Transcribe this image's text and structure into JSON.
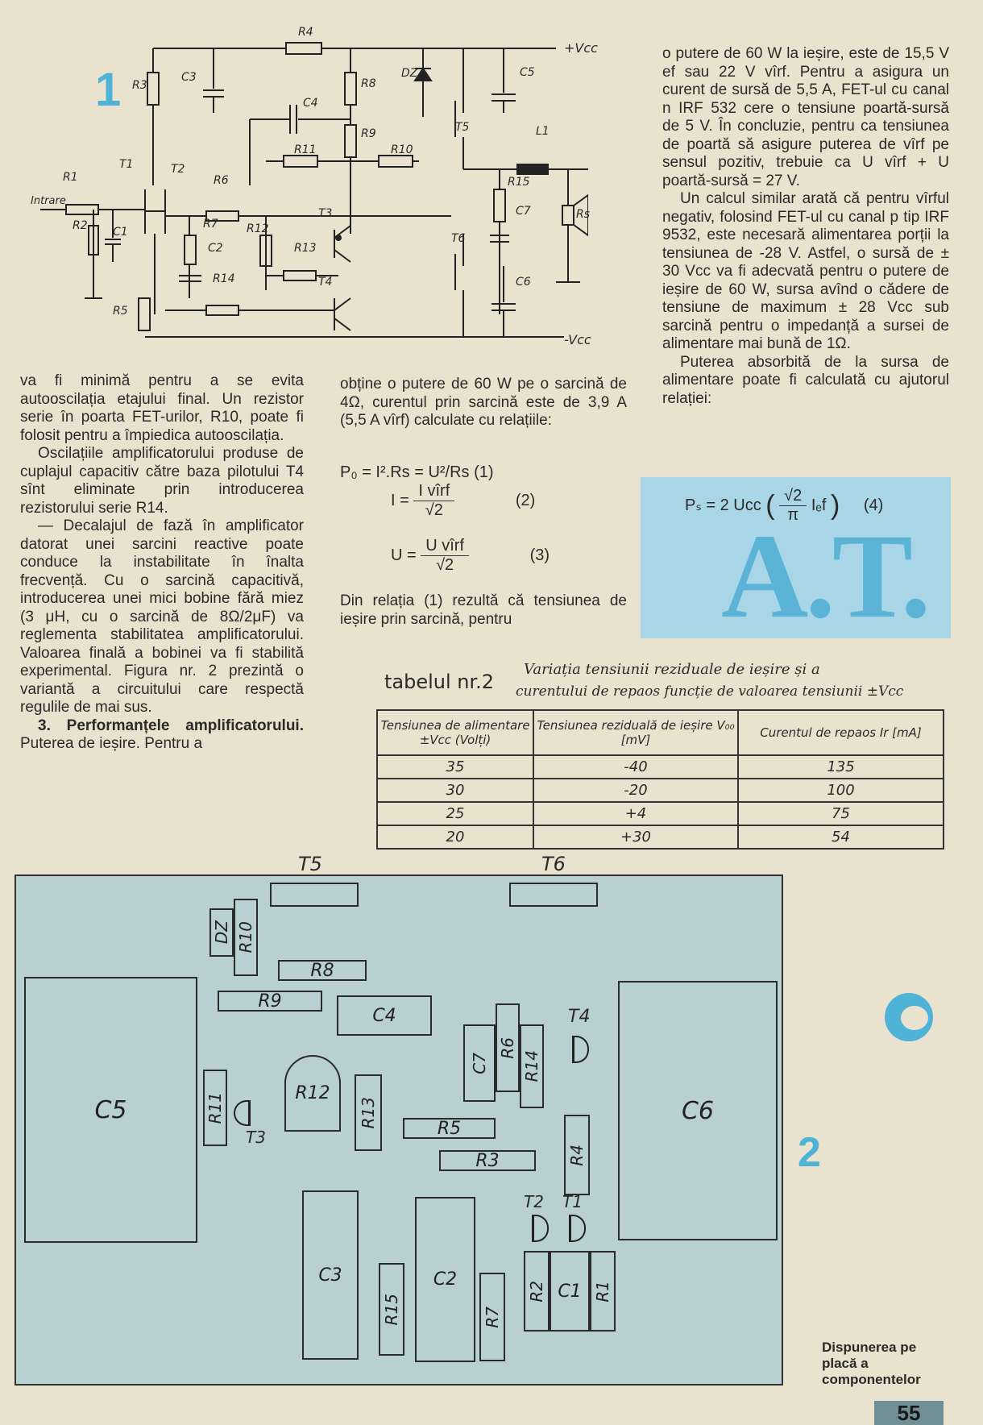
{
  "figure1": {
    "number": "1",
    "labels": {
      "r4": "R4",
      "r3": "R3",
      "c3": "C3",
      "dz": "DZ",
      "c5": "C5",
      "vcc_pos": "+Vcc",
      "r8": "R8",
      "c4": "C4",
      "t5": "T5",
      "r9": "R9",
      "r11": "R11",
      "r10": "R10",
      "l1": "L1",
      "t1": "T1",
      "t2": "T2",
      "r1": "R1",
      "intrare": "Intrare",
      "r6": "R6",
      "r15": "R15",
      "c7": "C7",
      "rs": "Rs",
      "r2": "R2",
      "c1": "C1",
      "r7": "R7",
      "r12": "R12",
      "t3": "T3",
      "c2": "C2",
      "r13": "R13",
      "t6": "T6",
      "r14": "R14",
      "t4": "T4",
      "c6": "C6",
      "r5": "R5",
      "vcc_neg": "-Vcc"
    }
  },
  "col1": {
    "p1": "va fi minimă pentru a se evita autooscilația etajului final. Un rezistor serie în poarta FET-urilor, R10, poate fi folosit pentru a împiedica autooscilația.",
    "p2": "Oscilațiile amplificatorului produse de cuplajul capacitiv către baza pilotului T4 sînt eliminate prin introducerea rezistorului serie R14.",
    "p3": "— Decalajul de fază în amplificator datorat unei sarcini reactive poate conduce la instabilitate în înalta frecvență. Cu o sarcină capacitivă, introducerea unei mici bobine fără miez (3 μH, cu o sarcină de 8Ω/2μF) va reglementa stabilitatea amplificatorului. Valoarea finală a bobinei va fi stabilită experimental. Figura nr. 2 prezintă o variantă a circuitului care respectă regulile de mai sus.",
    "p4_bold": "3. Performanțele amplificatorului.",
    "p4_rest": " Puterea de ieșire. Pentru a"
  },
  "col2": {
    "p1": "obține o putere de 60 W pe o sarcină de 4Ω, curentul prin sarcină este de 3,9 A (5,5 A vîrf) calculate cu relațiile:",
    "f1": "P₀ = I².Rs = U²/Rs (1)",
    "f2_lhs": "I =",
    "f2_num": "I vîrf",
    "f2_den": "√2",
    "f2_tag": "(2)",
    "f3_lhs": "U =",
    "f3_num": "U vîrf",
    "f3_den": "√2",
    "f3_tag": "(3)",
    "p2": "Din relația (1) rezultă că tensiunea de ieșire prin sarcină, pentru"
  },
  "col3": {
    "p1": "o putere de 60 W la ieșire, este de 15,5 V ef sau 22 V vîrf. Pentru a asigura un curent de sursă de 5,5 A, FET-ul cu canal n IRF 532 cere o tensiune poartă-sursă de 5 V. În concluzie, pentru ca tensiunea de poartă să asigure puterea de vîrf pe sensul pozitiv, trebuie ca U vîrf + U poartă-sursă = 27 V.",
    "p2": "Un calcul similar arată că pentru vîrful negativ, folosind FET-ul cu canal p tip IRF 9532, este necesară alimentarea porții la tensiunea de -28 V. Astfel, o sursă de ± 30 Vcc va fi adecvată pentru o putere de ieșire de 60 W, sursa avînd o cădere de tensiune de maximum ± 28 Vcc sub sarcină pentru o impedanță a sursei de alimentare mai bună de 1Ω.",
    "p3": "Puterea absorbită de la sursa de alimentare poate fi calculată cu ajutorul relației:",
    "f4_lhs": "Pₛ = 2 Ucc",
    "f4_num": "√2",
    "f4_den": "π",
    "f4_rest": "Iₑf",
    "f4_tag": "(4)"
  },
  "logo": "A.T.",
  "table": {
    "label": "tabelul nr.2",
    "caption_l1": "Variația tensiunii reziduale de ieșire și a",
    "caption_l2": "curentului de repaos funcție de valoarea tensiunii ±Vcc",
    "headers": [
      "Tensiunea de alimentare ±Vcc (Volți)",
      "Tensiunea reziduală de ieșire V₀₀ [mV]",
      "Curentul de repaos Ir [mA]"
    ],
    "rows": [
      [
        "35",
        "-40",
        "135"
      ],
      [
        "30",
        "-20",
        "100"
      ],
      [
        "25",
        "+4",
        "75"
      ],
      [
        "20",
        "+30",
        "54"
      ]
    ]
  },
  "board": {
    "components": {
      "t5": "T5",
      "t6": "T6",
      "dz": "DZ",
      "r10": "R10",
      "r8": "R8",
      "r9": "R9",
      "c4": "C4",
      "t4": "T4",
      "c7": "C7",
      "r6": "R6",
      "r14": "R14",
      "c5": "C5",
      "r11": "R11",
      "t3": "T3",
      "r12": "R12",
      "r13": "R13",
      "r5": "R5",
      "c6": "C6",
      "r3": "R3",
      "r4": "R4",
      "t2": "T2",
      "t1": "T1",
      "c3": "C3",
      "r15": "R15",
      "c2": "C2",
      "r7": "R7",
      "r2": "R2",
      "c1": "C1",
      "r1": "R1"
    }
  },
  "figure2_number": "2",
  "caption2": "Dispunerea pe placă a componentelor",
  "page_number": "55"
}
